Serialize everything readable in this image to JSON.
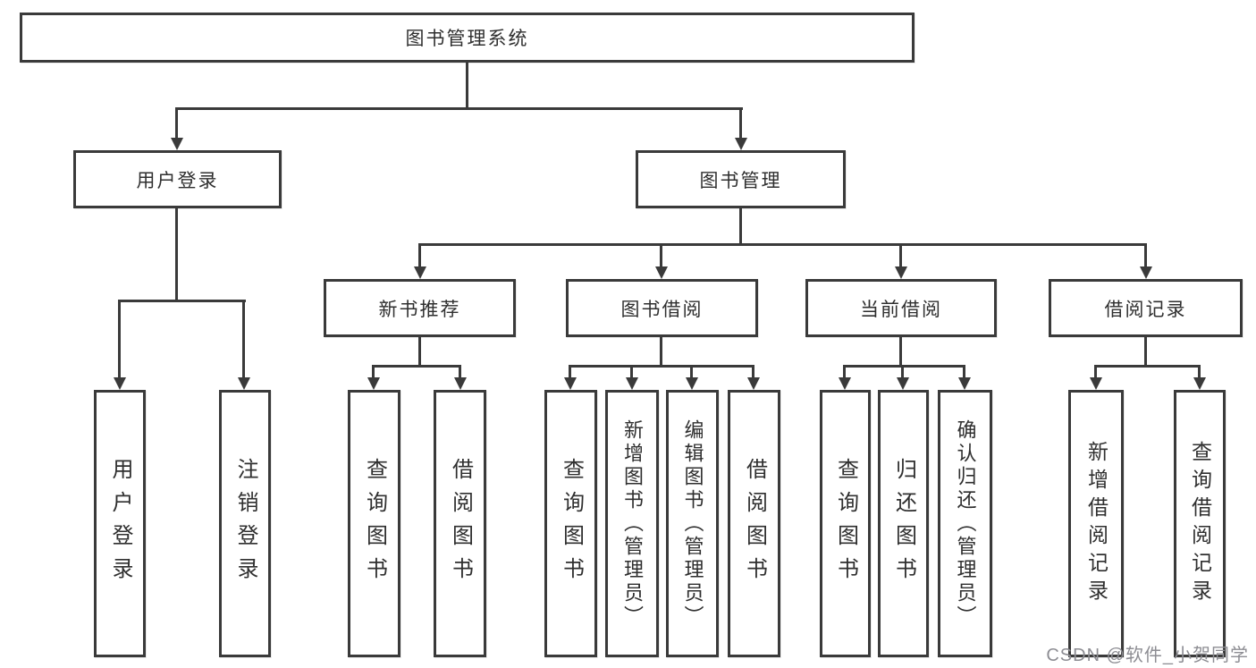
{
  "diagram_title": "图书管理系统",
  "colors": {
    "line": "#3a3a3a",
    "box_border": "#3a3a3a",
    "text": "#2f2f2f",
    "background": "#ffffff",
    "watermark": "#8d8d93"
  },
  "tree": {
    "label": "图书管理系统",
    "children": [
      {
        "label": "用户登录",
        "children": [
          {
            "label": "用户登录"
          },
          {
            "label": "注销登录"
          }
        ]
      },
      {
        "label": "图书管理",
        "children": [
          {
            "label": "新书推荐",
            "children": [
              {
                "label": "查询图书"
              },
              {
                "label": "借阅图书"
              }
            ]
          },
          {
            "label": "图书借阅",
            "children": [
              {
                "label": "查询图书"
              },
              {
                "label": "新增图书（管理员）"
              },
              {
                "label": "编辑图书（管理员）"
              },
              {
                "label": "借阅图书"
              }
            ]
          },
          {
            "label": "当前借阅",
            "children": [
              {
                "label": "查询图书"
              },
              {
                "label": "归还图书"
              },
              {
                "label": "确认归还（管理员）"
              }
            ]
          },
          {
            "label": "借阅记录",
            "children": [
              {
                "label": "新增借阅记录"
              },
              {
                "label": "查询借阅记录"
              }
            ]
          }
        ]
      }
    ]
  },
  "watermark": {
    "text": "CSDN @软件_小贺同学"
  }
}
